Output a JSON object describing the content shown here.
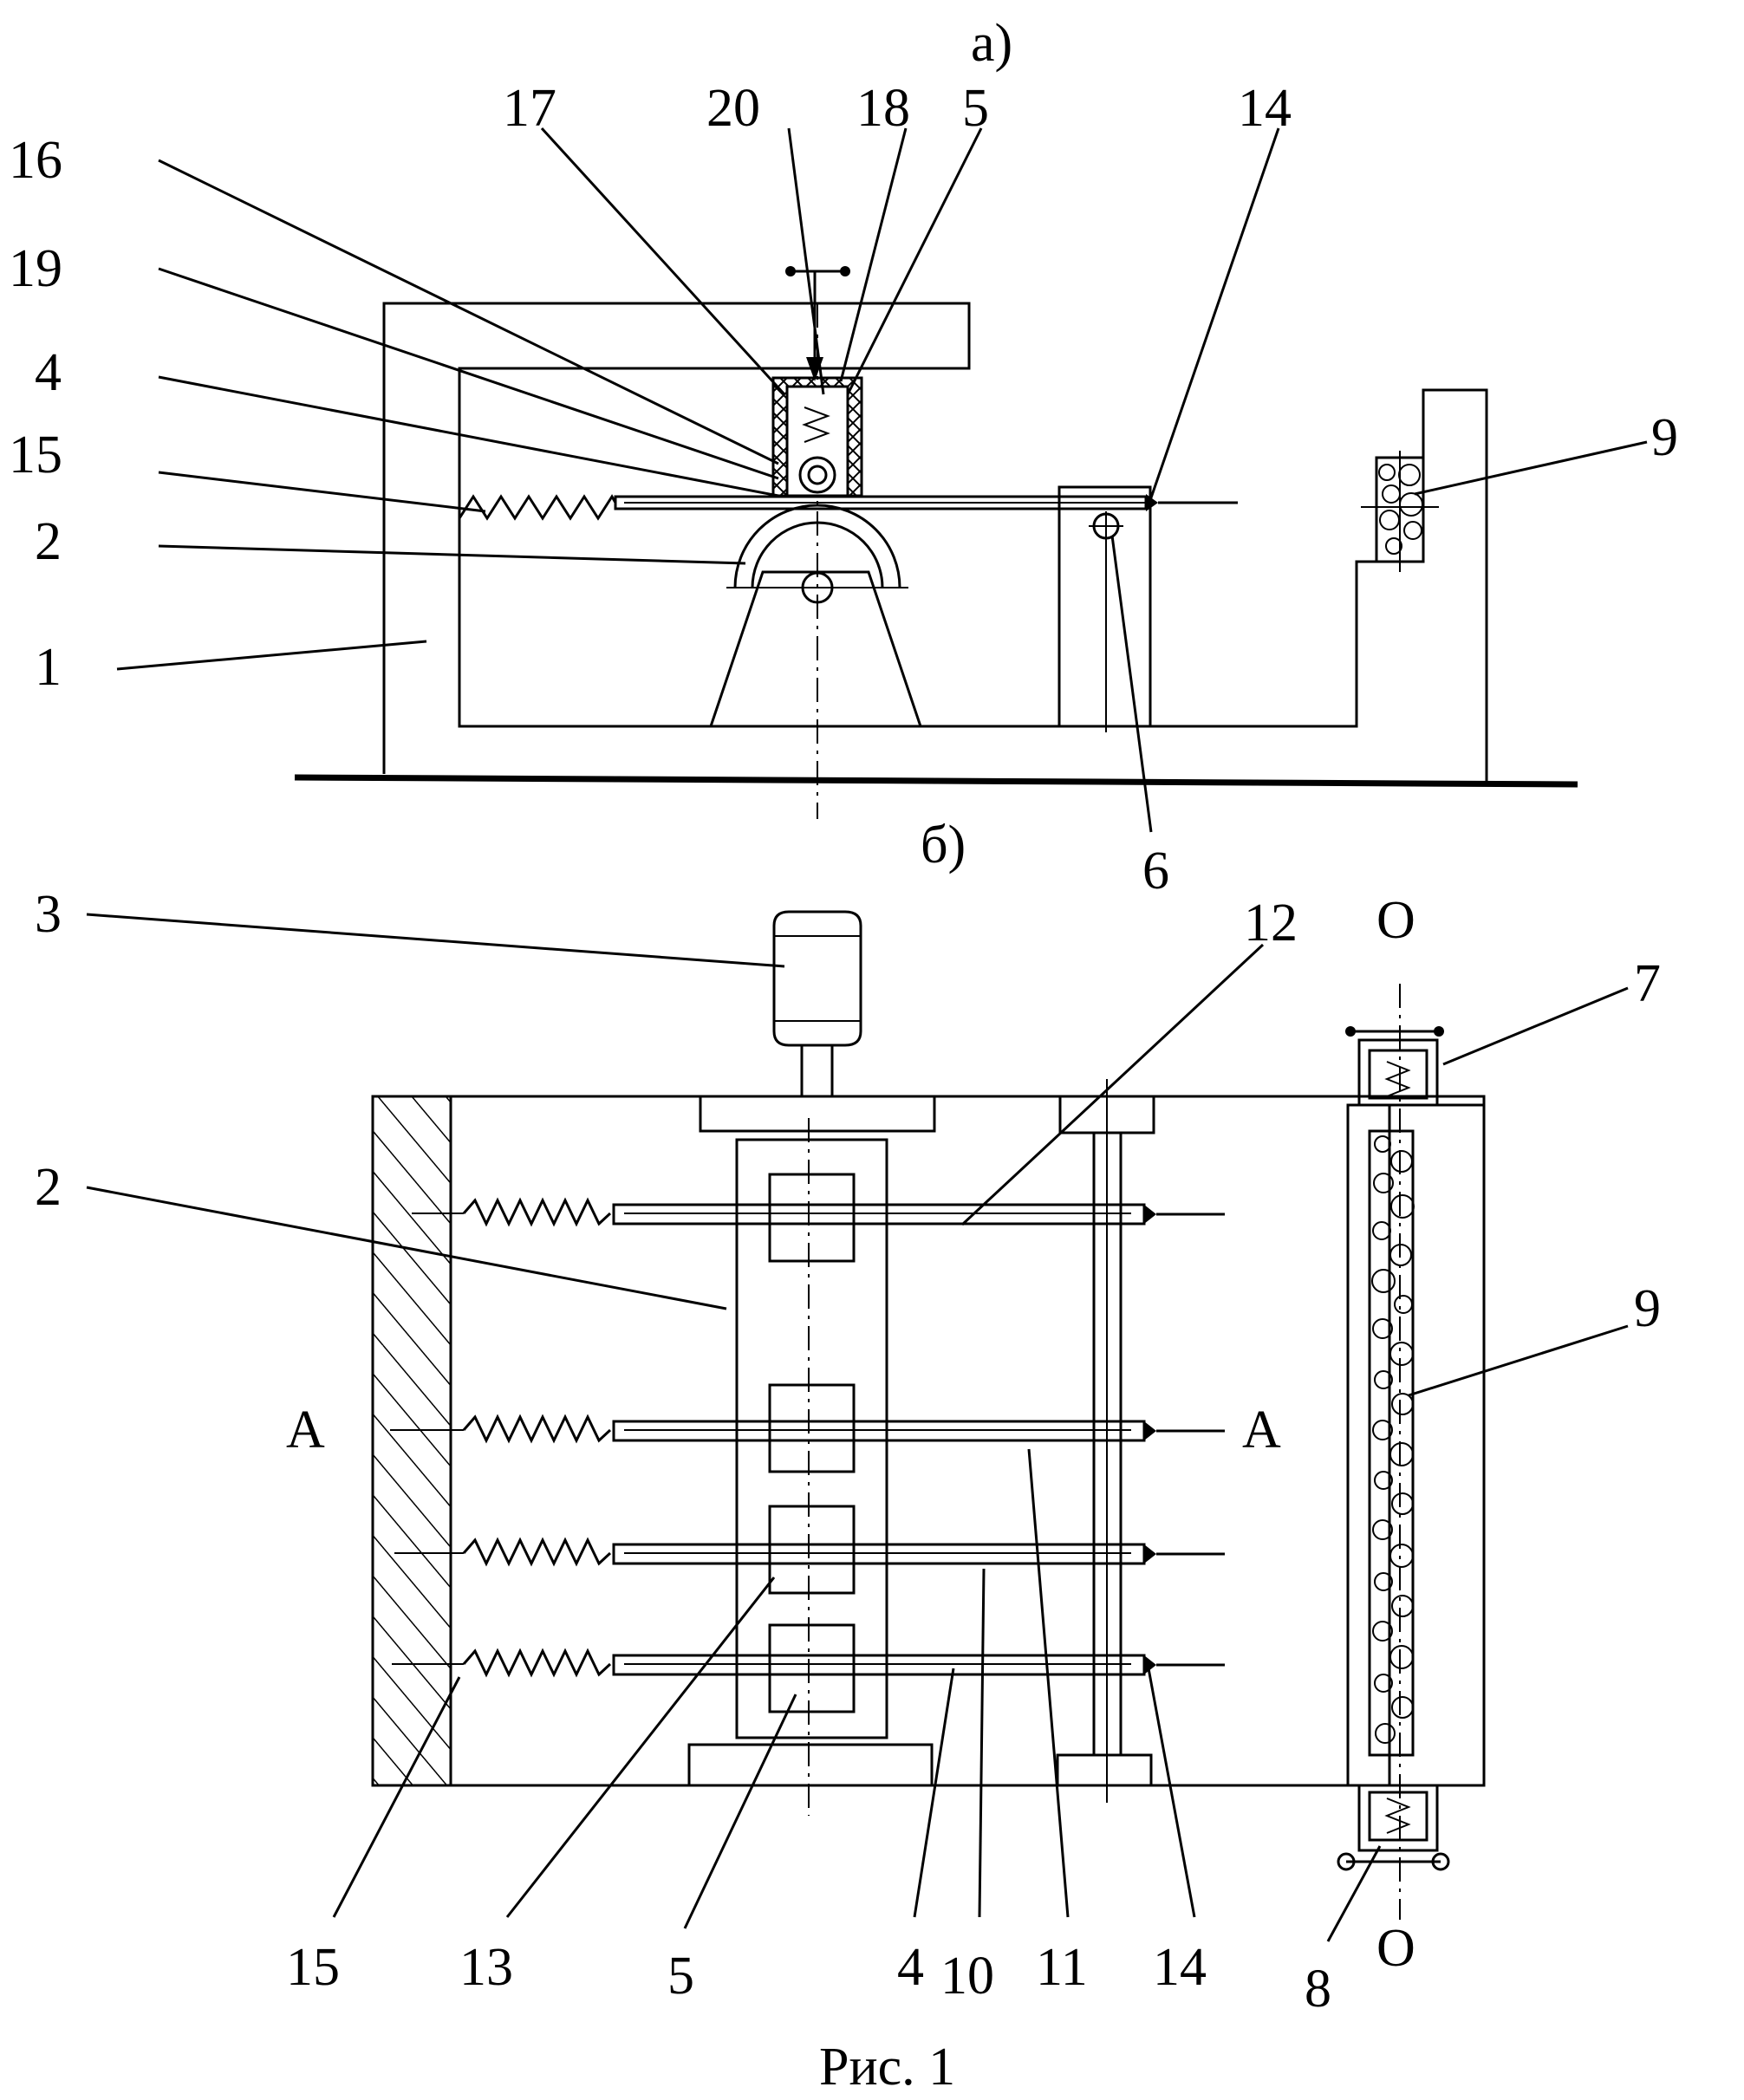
{
  "figure": {
    "caption": "Рис. 1",
    "view_a_label": "а)",
    "view_b_label": "б)",
    "section_marks": {
      "a_left": "A",
      "a_right": "A",
      "o_top": "O",
      "o_bottom": "O"
    }
  },
  "top_view_callouts": [
    "17",
    "20",
    "18",
    "5",
    "14",
    "16",
    "19",
    "4",
    "15",
    "2",
    "1",
    "9",
    "6"
  ],
  "bottom_view_callouts": [
    "3",
    "12",
    "7",
    "2",
    "9",
    "15",
    "13",
    "5",
    "4",
    "10",
    "11",
    "14",
    "8"
  ]
}
